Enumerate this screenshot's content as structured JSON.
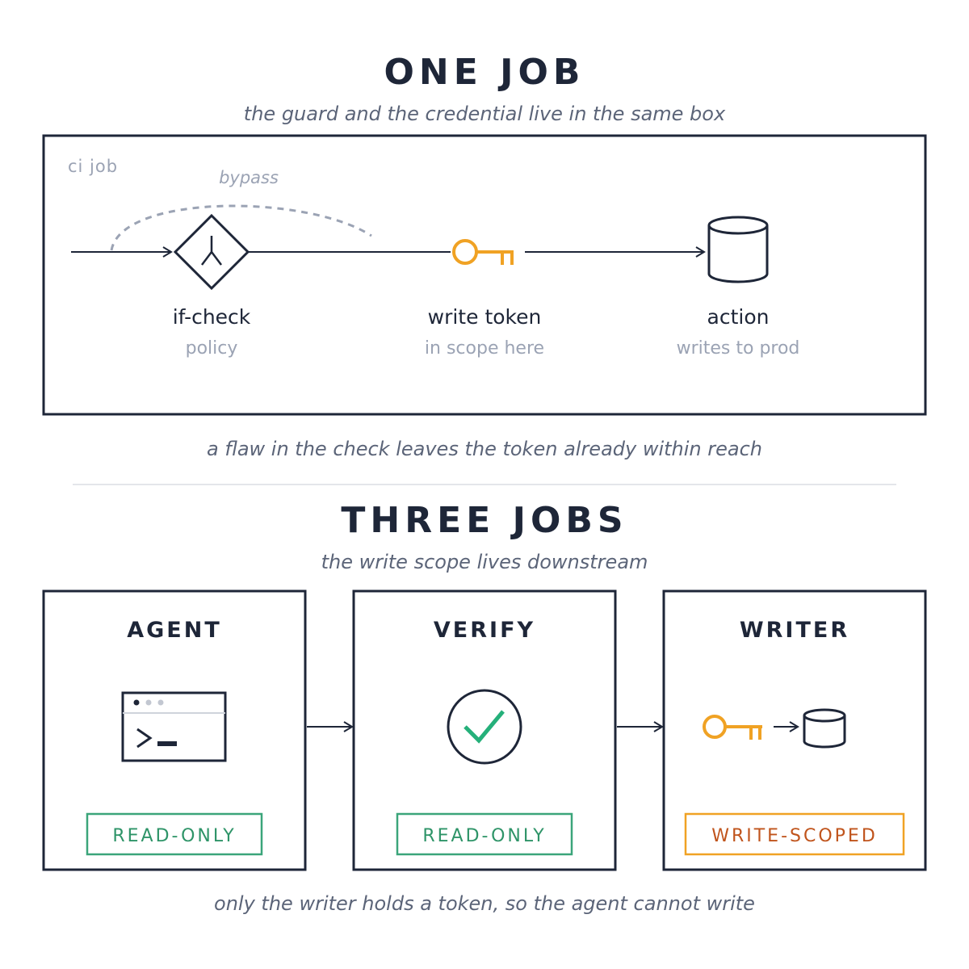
{
  "one_job": {
    "title": "ONE JOB",
    "subtitle": "the guard and the credential live in the same box",
    "container_label": "ci job",
    "bypass_label": "bypass",
    "nodes": [
      {
        "label": "if-check",
        "sublabel": "policy",
        "icon": "decision-diamond-icon"
      },
      {
        "label": "write token",
        "sublabel": "in scope here",
        "icon": "key-icon"
      },
      {
        "label": "action",
        "sublabel": "writes to prod",
        "icon": "database-icon"
      }
    ],
    "caption": "a flaw in the check leaves the token already within reach"
  },
  "three_jobs": {
    "title": "THREE JOBS",
    "subtitle": "the write scope lives downstream",
    "jobs": [
      {
        "title": "AGENT",
        "badge": "READ-ONLY",
        "icon": "terminal-icon"
      },
      {
        "title": "VERIFY",
        "badge": "READ-ONLY",
        "icon": "check-circle-icon"
      },
      {
        "title": "WRITER",
        "badge": "WRITE-SCOPED",
        "icon": "key-to-database-icon"
      }
    ],
    "caption": "only the writer holds a token, so the agent cannot write"
  },
  "colors": {
    "ink": "#1e2638",
    "muted": "#9ba3b4",
    "subtitle": "#5b6478",
    "read_only": "#3ba57a",
    "write_scoped": "#f0a224",
    "write_scoped_text": "#c0541c",
    "check": "#25b07a",
    "divider": "#e4e6ea"
  }
}
